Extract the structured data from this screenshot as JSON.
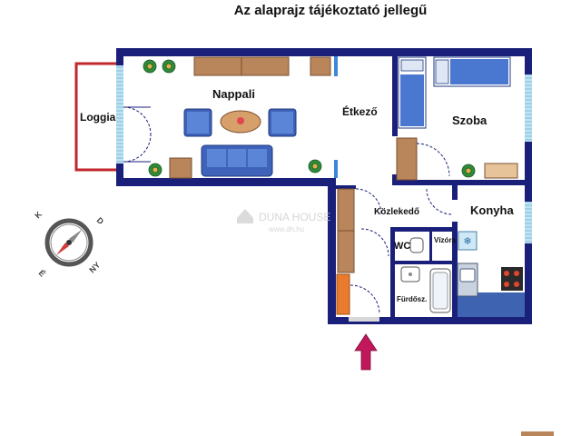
{
  "title": "Az alaprajz tájékoztató jellegű",
  "rooms": {
    "loggia": "Loggia",
    "nappali": "Nappali",
    "etkezo": "Étkező",
    "szoba": "Szoba",
    "kozlekedo": "Közlekedő",
    "konyha": "Konyha",
    "wc": "WC",
    "vizora": "Vízóra",
    "furdo": "Fürdősz."
  },
  "watermark": {
    "brand": "DUNA HOUSE",
    "url": "www.dh.hu"
  },
  "compass": {
    "north": "É",
    "south": "D",
    "west": "NY",
    "east": "K"
  },
  "colors": {
    "wall": "#1a1f7a",
    "loggia_rail": "#c0272d",
    "window": "#b8dff0",
    "wood": "#b9855a",
    "sofa": "#3f63b8",
    "bed_blanket": "#4a78d0",
    "kitchen_floor": "#3e63b0",
    "entrance_arrow": "#c0185a",
    "plant": "#2f8a3a"
  },
  "icons": {
    "compass": "compass-icon",
    "entrance": "entrance-arrow-icon"
  }
}
